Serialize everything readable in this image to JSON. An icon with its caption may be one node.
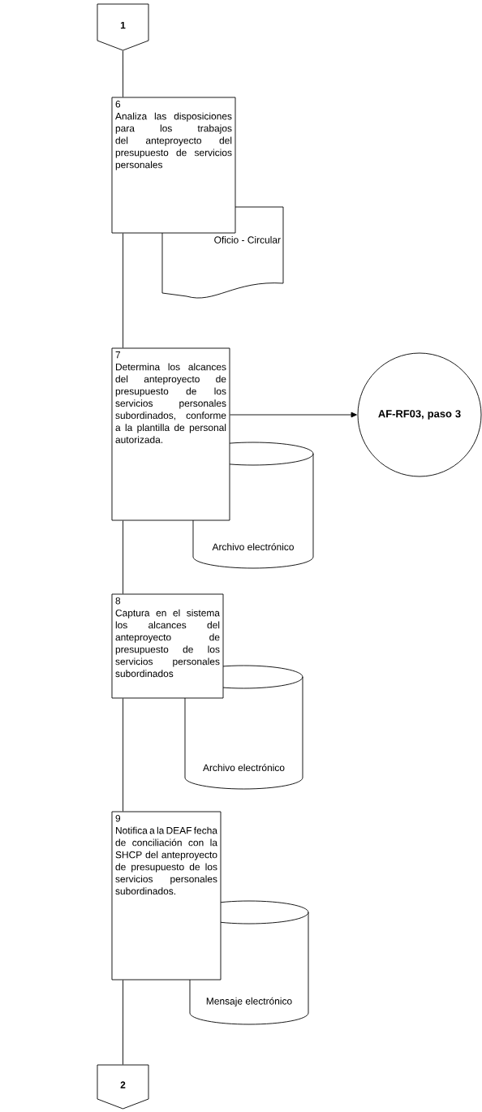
{
  "diagram": {
    "nodes": [
      {
        "text": [
          "1"
        ]
      },
      {
        "text": [
          "6",
          "Analiza las disposiciones para los trabajos del anteproyecto del presupuesto de servicios personales"
        ]
      },
      {
        "text": [
          "Oficio - Circular"
        ]
      },
      {
        "text": [
          "7",
          "Determina los alcances del anteproyecto de presupuesto de los servicios personales subordinados, conforme a la plantilla de personal autorizada."
        ]
      },
      {
        "text": [
          "AF-RF03, paso 3"
        ]
      },
      {
        "text": [
          "Archivo electrónico"
        ]
      },
      {
        "text": [
          "8",
          "Captura en el sistema los alcances del anteproyecto de presupuesto de los servicios personales subordinados"
        ]
      },
      {
        "text": [
          "Archivo electrónico"
        ]
      },
      {
        "text": [
          "9",
          "Notifica a la DEAF fecha de conciliación con la SHCP del anteproyecto de presupuesto de los servicios personales subordinados."
        ]
      },
      {
        "text": [
          "Mensaje electrónico"
        ]
      },
      {
        "text": [
          "2"
        ]
      }
    ],
    "edges": [
      {
        "from": 0,
        "to": 1,
        "arrow": "none"
      },
      {
        "from": 1,
        "to": 3,
        "arrow": "none"
      },
      {
        "from": 3,
        "to": 4,
        "arrow": "to"
      },
      {
        "from": 3,
        "to": 6,
        "arrow": "none"
      },
      {
        "from": 6,
        "to": 8,
        "arrow": "none"
      },
      {
        "from": 8,
        "to": 10,
        "arrow": "none"
      }
    ]
  }
}
